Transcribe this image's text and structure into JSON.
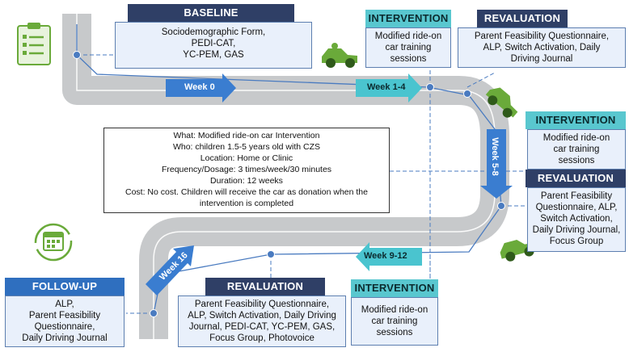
{
  "baseline": {
    "header": "BASELINE",
    "lines": [
      "Sociodemographic Form,",
      "PEDI-CAT,",
      "YC-PEM, GAS"
    ]
  },
  "intervention_top": {
    "header": "INTERVENTION",
    "lines": [
      "Modified ride-on",
      "car training",
      "sessions"
    ]
  },
  "revaluation_top": {
    "header": "REVALUATION",
    "lines": [
      "Parent Feasibility Questionnaire,",
      "ALP, Switch Activation, Daily",
      "Driving Journal"
    ]
  },
  "intervention_right": {
    "header": "INTERVENTION",
    "lines": [
      "Modified ride-on",
      "car training",
      "sessions"
    ]
  },
  "revaluation_right": {
    "header": "REVALUATION",
    "lines": [
      "Parent Feasibility",
      "Questionnaire, ALP,",
      "Switch Activation,",
      "Daily Driving Journal,",
      "Focus Group"
    ]
  },
  "intervention_bottom": {
    "header": "INTERVENTION",
    "lines": [
      "Modified ride-on",
      "car training",
      "sessions"
    ]
  },
  "revaluation_bottom": {
    "header": "REVALUATION",
    "lines": [
      "Parent Feasibility Questionnaire,",
      "ALP, Switch Activation, Daily Driving",
      "Journal, PEDI-CAT, YC-PEM, GAS,",
      "Focus Group, Photovoice"
    ]
  },
  "followup": {
    "header": "FOLLOW-UP",
    "lines": [
      "ALP,",
      "Parent Feasibility",
      "Questionnaire,",
      "Daily Driving Journal"
    ]
  },
  "info": {
    "lines": [
      "What: Modified ride-on car Intervention",
      "Who: children 1.5-5  years old with CZS",
      "Location: Home or Clinic",
      "Frequency/Dosage: 3 times/week/30 minutes",
      "Duration: 12 weeks",
      "Cost: No cost. Children will receive the car as donation when the",
      "intervention is completed"
    ]
  },
  "weeks": {
    "w0": "Week 0",
    "w1_4": "Week 1-4",
    "w5_8": "Week 5-8",
    "w9_12": "Week 9-12",
    "w16": "Week 16"
  },
  "icons": [
    "clipboard-icon",
    "car-icon",
    "calendar-icon",
    "kids-illustration"
  ],
  "colors": {
    "navy": "#2f3f66",
    "blue": "#2f6fbf",
    "teal": "#59c7cf",
    "road": "#c7c9cb",
    "box_fill": "#e9f0fb",
    "car_green": "#6aaa3a"
  }
}
